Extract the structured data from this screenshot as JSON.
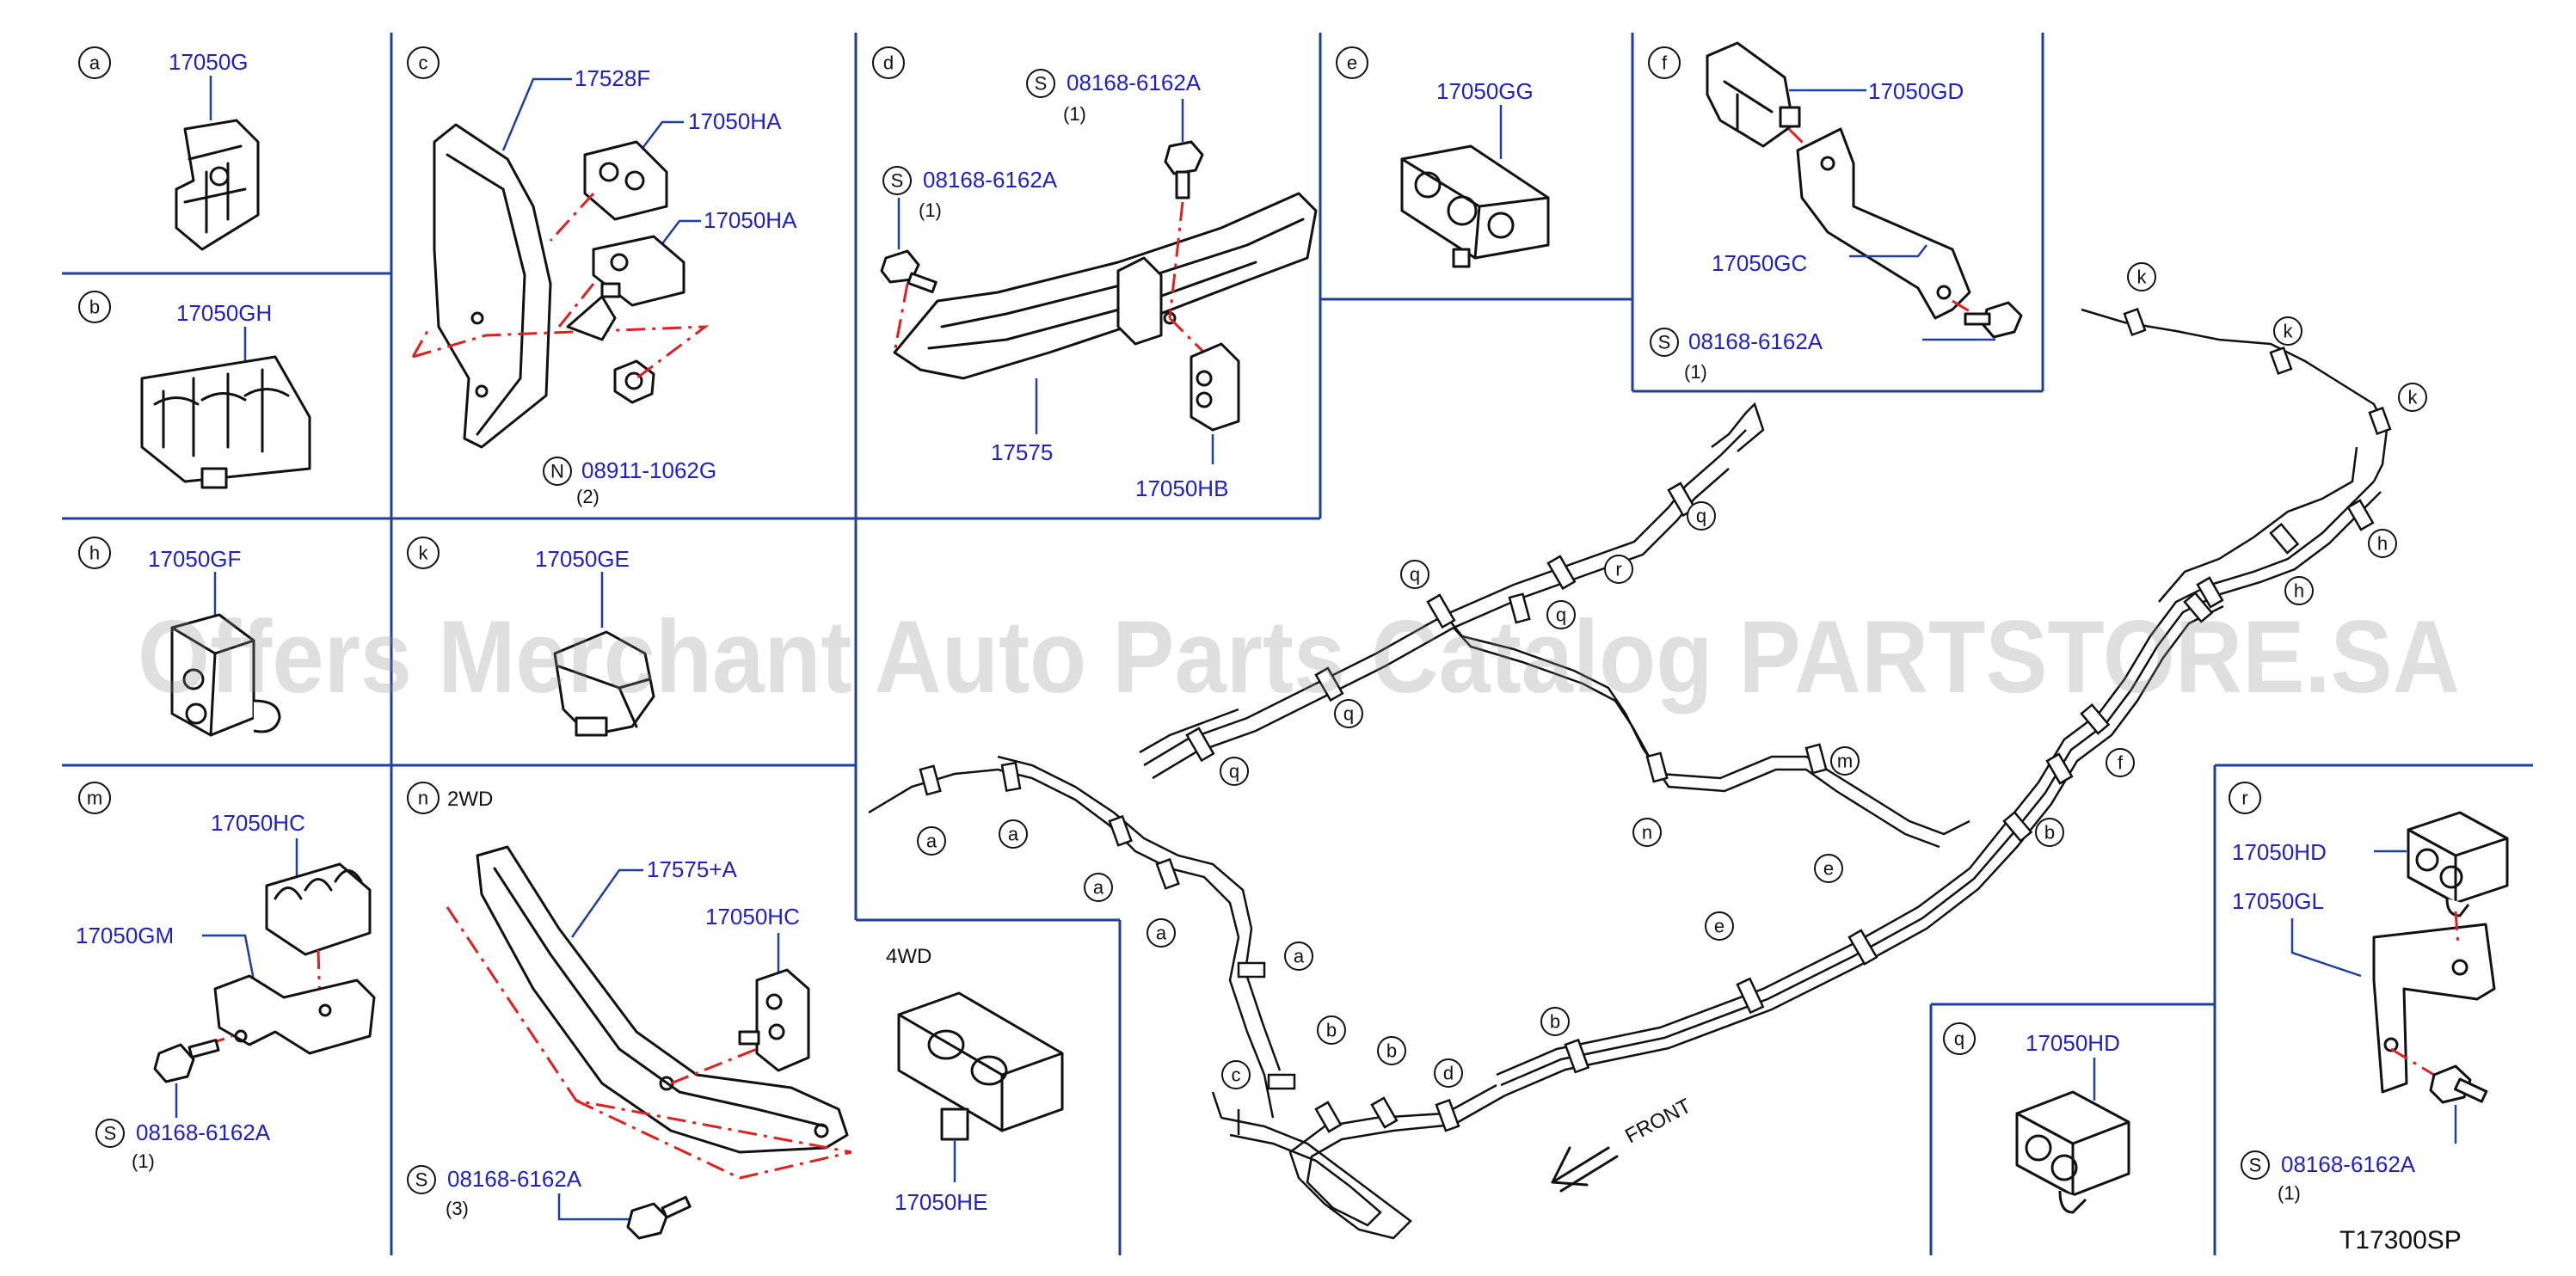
{
  "watermark": "Offers Merchant Auto Parts Catalog PARTSTORE.SA",
  "diagram_code": "T17300SP",
  "front_label": "FRONT",
  "headers": {
    "n_mode": "2WD",
    "fourwd": "4WD"
  },
  "panel_letters": {
    "a": "a",
    "b": "b",
    "c": "c",
    "d": "d",
    "e": "e",
    "f": "f",
    "h": "h",
    "k": "k",
    "m": "m",
    "n": "n",
    "q": "q",
    "r": "r"
  },
  "parts": {
    "a_17050G": "17050G",
    "b_17050GH": "17050GH",
    "c_17528F": "17528F",
    "c_17050HA_1": "17050HA",
    "c_17050HA_2": "17050HA",
    "c_08911": "08911-1062G",
    "c_08911_qty": "(2)",
    "c_N": "N",
    "d_bolt1": "08168-6162A",
    "d_bolt1_qty": "(1)",
    "d_bolt2": "08168-6162A",
    "d_bolt2_qty": "(1)",
    "d_17575": "17575",
    "d_17050HB": "17050HB",
    "e_17050GG": "17050GG",
    "f_17050GD": "17050GD",
    "f_17050GC": "17050GC",
    "f_bolt": "08168-6162A",
    "f_bolt_qty": "(1)",
    "h_17050GF": "17050GF",
    "k_17050GE": "17050GE",
    "m_17050HC": "17050HC",
    "m_17050GM": "17050GM",
    "m_bolt": "08168-6162A",
    "m_bolt_qty": "(1)",
    "n_17575A": "17575+A",
    "n_17050HC": "17050HC",
    "n_bolt": "08168-6162A",
    "n_bolt_qty": "(3)",
    "fourwd_17050HE": "17050HE",
    "q_17050HD": "17050HD",
    "r_17050HD": "17050HD",
    "r_17050GL": "17050GL",
    "r_bolt": "08168-6162A",
    "r_bolt_qty": "(1)",
    "S": "S"
  },
  "callouts": {
    "a1": "a",
    "a2": "a",
    "a3": "a",
    "a4": "a",
    "a5": "a",
    "b1": "b",
    "b2": "b",
    "b3": "b",
    "b4": "b",
    "c1": "c",
    "d1": "d",
    "e1": "e",
    "e2": "e",
    "f1": "f",
    "h1": "h",
    "h2": "h",
    "k1": "k",
    "k2": "k",
    "k3": "k",
    "m1": "m",
    "n1": "n",
    "q1": "q",
    "q2": "q",
    "q3": "q",
    "q4": "q",
    "q5": "q",
    "r1": "r"
  }
}
